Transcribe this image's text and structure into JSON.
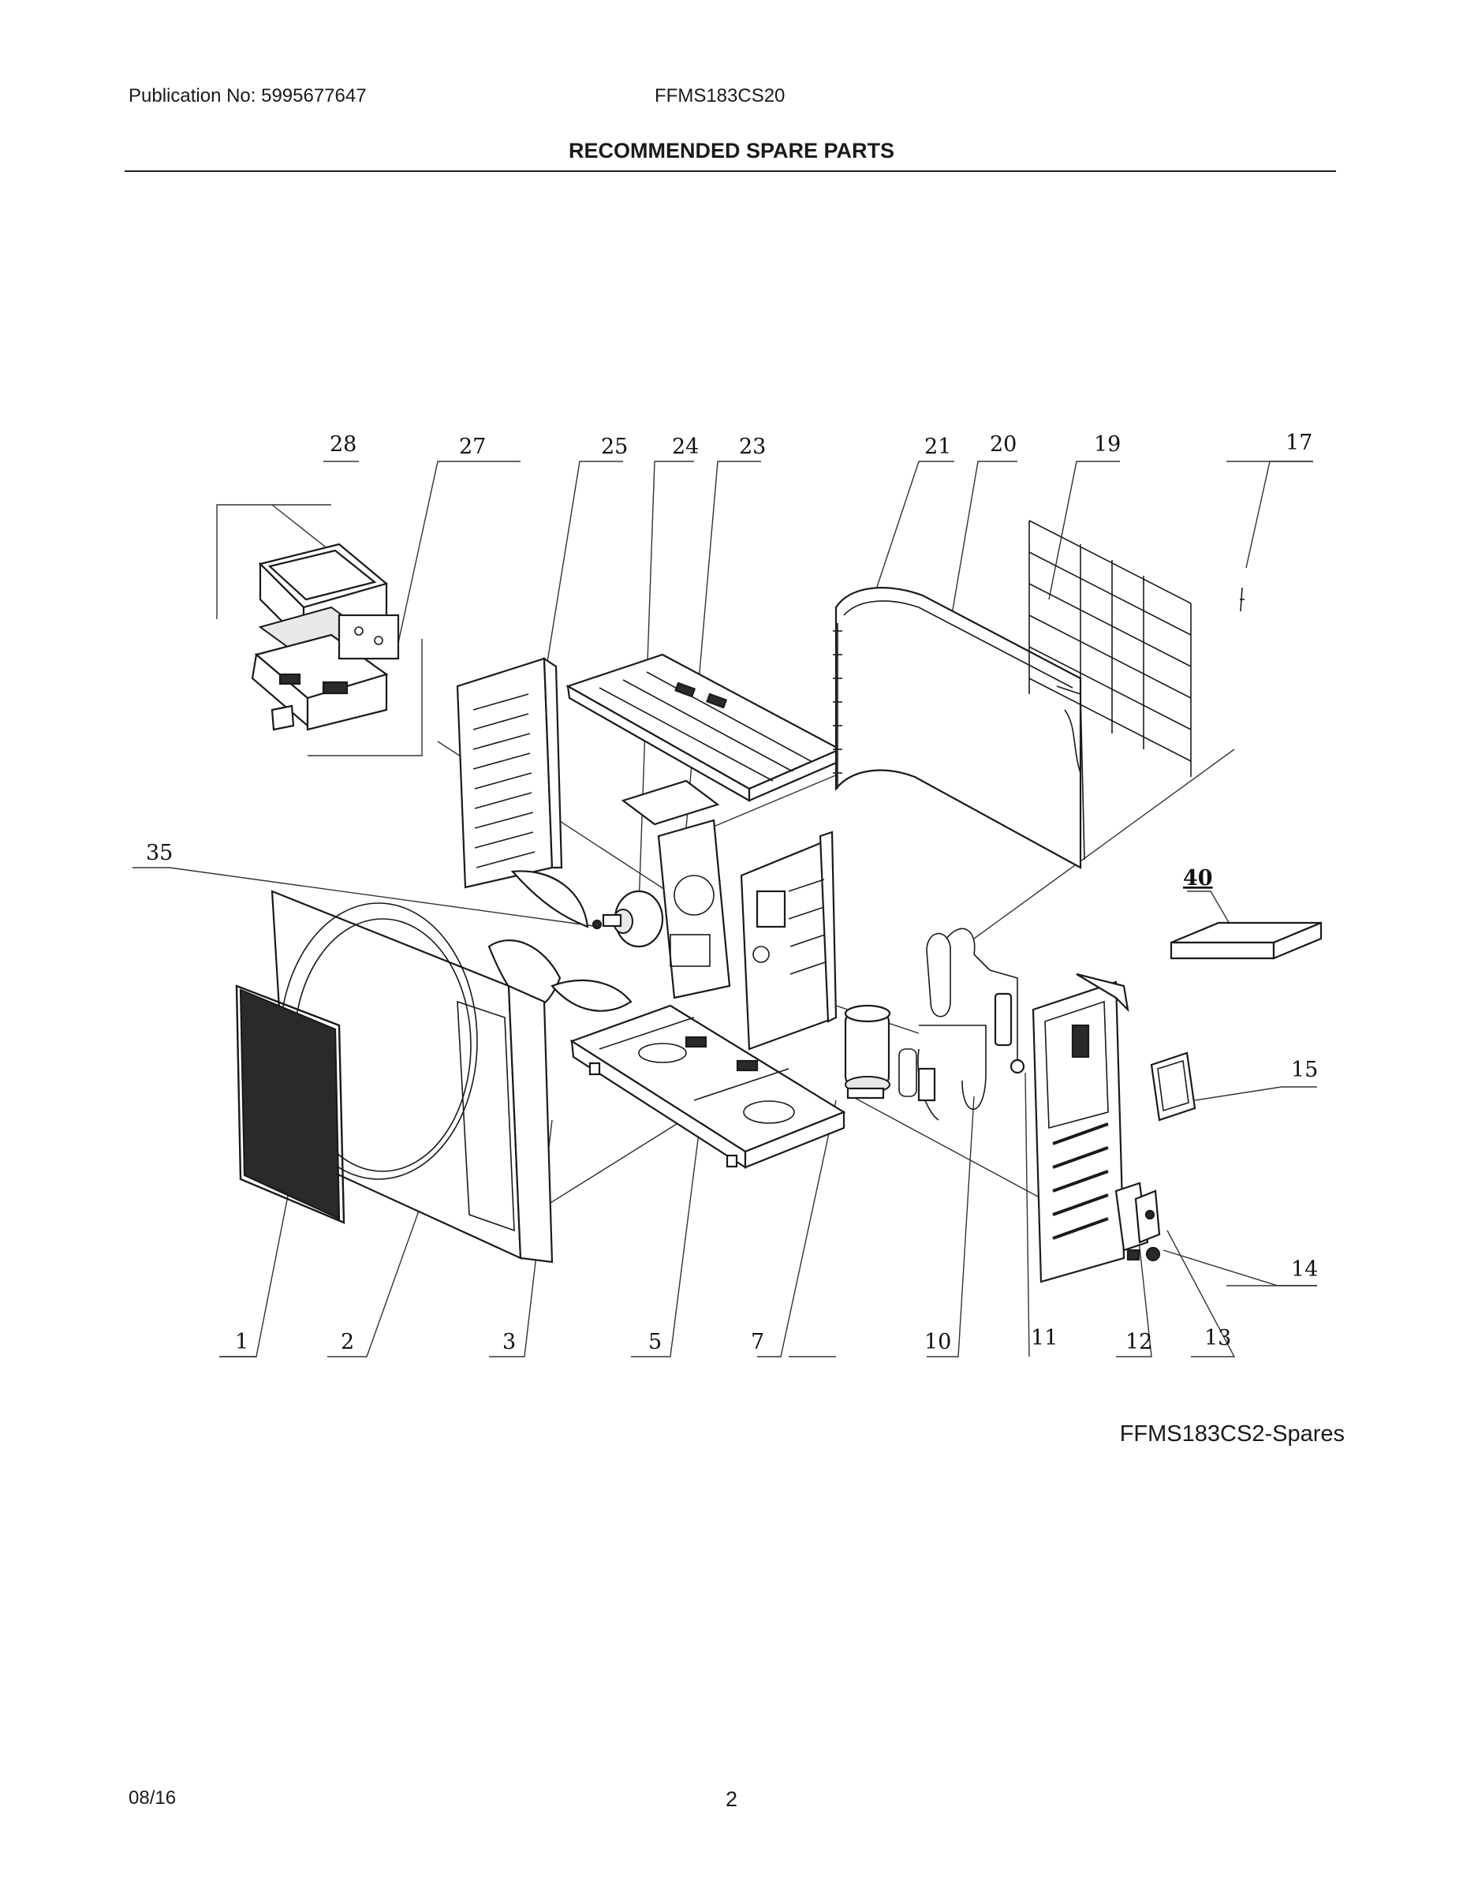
{
  "header": {
    "publication": "Publication No: 5995677647",
    "model": "FFMS183CS20",
    "title": "RECOMMENDED SPARE PARTS"
  },
  "diagram": {
    "callouts": [
      "28",
      "27",
      "25",
      "24",
      "23",
      "21",
      "20",
      "19",
      "17",
      "35",
      "40",
      "15",
      "14",
      "1",
      "2",
      "3",
      "5",
      "7",
      "10",
      "11",
      "12",
      "13"
    ],
    "caption": "FFMS183CS2-Spares"
  },
  "footer": {
    "date": "08/16",
    "page": "2"
  }
}
